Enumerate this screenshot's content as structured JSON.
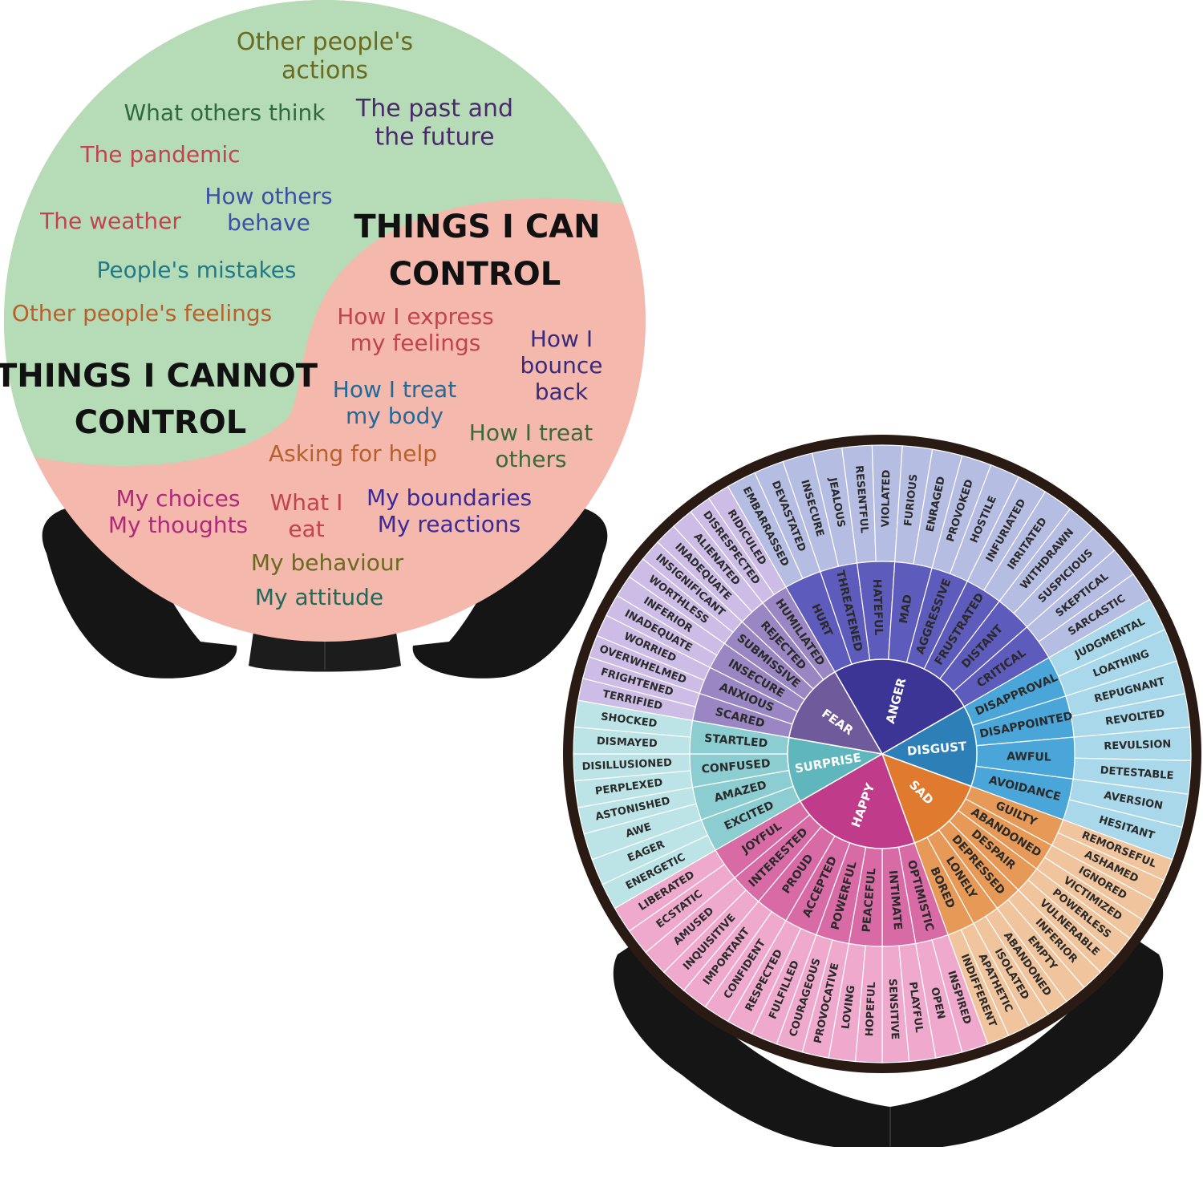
{
  "control_plate": {
    "cannot_heading": [
      "THINGS I CANNOT",
      "CONTROL"
    ],
    "can_heading": [
      "THINGS I CAN",
      "CONTROL"
    ],
    "cannot_items": [
      {
        "lines": [
          "Other people's",
          "actions"
        ],
        "color": "#6b6a1f"
      },
      {
        "lines": [
          "What others think"
        ],
        "color": "#2f6b3a"
      },
      {
        "lines": [
          "The past and",
          "the future"
        ],
        "color": "#4a2a6a"
      },
      {
        "lines": [
          "The pandemic"
        ],
        "color": "#c2434f"
      },
      {
        "lines": [
          "How others",
          "behave"
        ],
        "color": "#3b4fa8"
      },
      {
        "lines": [
          "The weather"
        ],
        "color": "#c2434f"
      },
      {
        "lines": [
          "People's mistakes"
        ],
        "color": "#1f7a8a"
      },
      {
        "lines": [
          "Other people's feelings"
        ],
        "color": "#b8602c"
      }
    ],
    "can_items": [
      {
        "lines": [
          "How I express",
          "my feelings"
        ],
        "color": "#c2434f"
      },
      {
        "lines": [
          "How I",
          "bounce",
          "back"
        ],
        "color": "#3a2a7a"
      },
      {
        "lines": [
          "How I treat",
          "my body"
        ],
        "color": "#1f6a9a"
      },
      {
        "lines": [
          "How I treat",
          "others"
        ],
        "color": "#3a6a3a"
      },
      {
        "lines": [
          "Asking for help"
        ],
        "color": "#b8602c"
      },
      {
        "lines": [
          "My choices",
          "My thoughts"
        ],
        "color": "#b0297a"
      },
      {
        "lines": [
          "What I",
          "eat"
        ],
        "color": "#c2434f"
      },
      {
        "lines": [
          "My boundaries",
          "My reactions"
        ],
        "color": "#3a2a9a"
      },
      {
        "lines": [
          "My behaviour"
        ],
        "color": "#6b6a1f"
      },
      {
        "lines": [
          "My attitude"
        ],
        "color": "#1f6a5a"
      }
    ],
    "colors": {
      "green": "#b6dcb7",
      "pink": "#f4b8ad"
    }
  },
  "feelings_wheel": {
    "core": [
      {
        "name": "ANGER",
        "color": "#3c3596",
        "mid": "#5d5bbb",
        "outer": "#b6bde3"
      },
      {
        "name": "DISGUST",
        "color": "#2d7fb8",
        "mid": "#4aa6d8",
        "outer": "#a8d8ea"
      },
      {
        "name": "SAD",
        "color": "#e07a2e",
        "mid": "#e79a57",
        "outer": "#f0c49c"
      },
      {
        "name": "HAPPY",
        "color": "#c03b8a",
        "mid": "#d86aa6",
        "outer": "#efa9cd"
      },
      {
        "name": "SURPRISE",
        "color": "#5fb6bd",
        "mid": "#8ccdd2",
        "outer": "#bce4e6"
      },
      {
        "name": "FEAR",
        "color": "#6f5a9c",
        "mid": "#9a86c2",
        "outer": "#cdbde6"
      }
    ],
    "middle": {
      "ANGER": [
        "HURT",
        "THREATENED",
        "HATEFUL",
        "MAD",
        "AGGRESSIVE",
        "FRUSTRATED",
        "DISTANT",
        "CRITICAL"
      ],
      "DISGUST": [
        "DISAPPROVAL",
        "DISAPPOINTED",
        "AWFUL",
        "AVOIDANCE"
      ],
      "SAD": [
        "GUILTY",
        "ABANDONED",
        "DESPAIR",
        "DEPRESSED",
        "LONELY",
        "BORED"
      ],
      "HAPPY": [
        "OPTIMISTIC",
        "INTIMATE",
        "PEACEFUL",
        "POWERFUL",
        "ACCEPTED",
        "PROUD",
        "INTERESTED",
        "JOYFUL"
      ],
      "SURPRISE": [
        "EXCITED",
        "AMAZED",
        "CONFUSED",
        "STARTLED"
      ],
      "FEAR": [
        "SCARED",
        "ANXIOUS",
        "INSECURE",
        "SUBMISSIVE",
        "REJECTED",
        "HUMILIATED"
      ]
    },
    "outer": {
      "ANGER": [
        "EMBARRASSED",
        "DEVASTATED",
        "INSECURE",
        "JEALOUS",
        "RESENTFUL",
        "VIOLATED",
        "FURIOUS",
        "ENRAGED",
        "PROVOKED",
        "HOSTILE",
        "INFURIATED",
        "IRRITATED",
        "WITHDRAWN",
        "SUSPICIOUS",
        "SKEPTICAL",
        "SARCASTIC"
      ],
      "DISGUST": [
        "JUDGMENTAL",
        "LOATHING",
        "REPUGNANT",
        "REVOLTED",
        "REVULSION",
        "DETESTABLE",
        "AVERSION",
        "HESITANT"
      ],
      "SAD": [
        "REMORSEFUL",
        "ASHAMED",
        "IGNORED",
        "VICTIMIZED",
        "POWERLESS",
        "VULNERABLE",
        "INFERIOR",
        "EMPTY",
        "ABANDONED",
        "ISOLATED",
        "APATHETIC",
        "INDIFFERENT"
      ],
      "HAPPY": [
        "INSPIRED",
        "OPEN",
        "PLAYFUL",
        "SENSITIVE",
        "HOPEFUL",
        "LOVING",
        "PROVOCATIVE",
        "COURAGEOUS",
        "FULFILLED",
        "RESPECTED",
        "CONFIDENT",
        "IMPORTANT",
        "INQUISITIVE",
        "AMUSED",
        "ECSTATIC",
        "LIBERATED"
      ],
      "SURPRISE": [
        "ENERGETIC",
        "EAGER",
        "AWE",
        "ASTONISHED",
        "PERPLEXED",
        "DISILLUSIONED",
        "DISMAYED",
        "SHOCKED"
      ],
      "FEAR": [
        "TERRIFIED",
        "FRIGHTENED",
        "OVERWHELMED",
        "WORRIED",
        "INADEQUATE",
        "INFERIOR",
        "WORTHLESS",
        "INSIGNIFICANT",
        "INADEQUATE",
        "ALIENATED",
        "DISRESPECTED",
        "RIDICULED"
      ]
    }
  }
}
